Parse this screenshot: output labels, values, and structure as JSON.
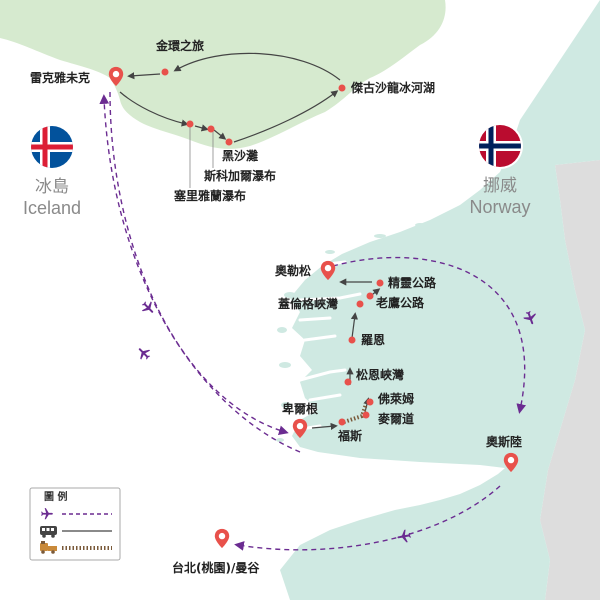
{
  "colors": {
    "iceland_land": "#d6eacf",
    "norway_land": "#cfe9e2",
    "sweden_land": "#dddddd",
    "sea": "#ffffff",
    "flight": "#6b2c91",
    "ground": "#444444",
    "marker": "#e8514b"
  },
  "countries": {
    "iceland": {
      "name_zh": "冰島",
      "name_en": "Iceland",
      "flag": "iceland-flag"
    },
    "norway": {
      "name_zh": "挪威",
      "name_en": "Norway",
      "flag": "norway-flag"
    }
  },
  "places": {
    "reykjavik": "雷克雅未克",
    "golden_circle": "金環之旅",
    "jokulsarlon": "傑古沙龍冰河湖",
    "black_beach": "黑沙灘",
    "skogafoss": "斯科加爾瀑布",
    "seljalandsfoss": "塞里雅蘭瀑布",
    "alesund": "奧勒松",
    "trollstigen": "精靈公路",
    "eagle_road": "老鷹公路",
    "geirangerfjord": "蓋倫格峽灣",
    "loen": "羅恩",
    "sognefjord": "松恩峽灣",
    "flam": "佛萊姆",
    "myrdal": "麥爾道",
    "voss": "福斯",
    "bergen": "卑爾根",
    "oslo": "奧斯陸",
    "taipei_bangkok": "台北(桃園)/曼谷"
  },
  "legend": {
    "title": "圖 例",
    "items": [
      {
        "icon": "airplane-icon",
        "mode": "flight"
      },
      {
        "icon": "bus-icon",
        "mode": "coach"
      },
      {
        "icon": "train-icon",
        "mode": "railway"
      }
    ]
  }
}
